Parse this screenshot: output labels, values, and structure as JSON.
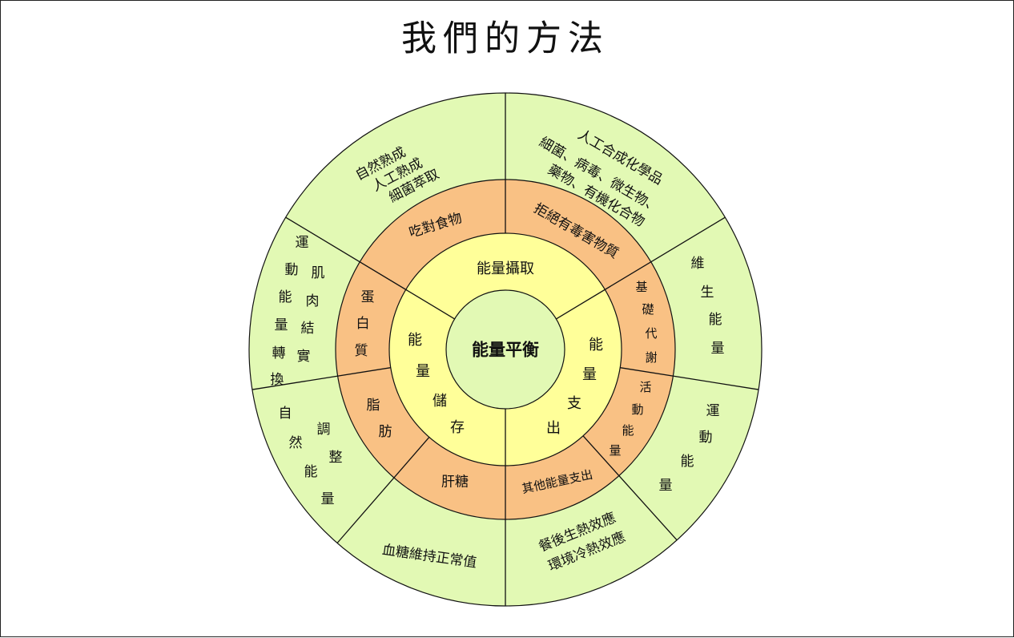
{
  "title": "我們的方法",
  "colors": {
    "outer": "#e2f9b4",
    "orange": "#f9c184",
    "yellow": "#ffff99",
    "center": "#e2f9b4",
    "line": "#111111"
  },
  "center": "能量平衡",
  "inner_ring": {
    "intake": "能量攝取",
    "storage": "能量儲存",
    "expenditure": "能量支出"
  },
  "middle_ring": {
    "eat_right": "吃對食物",
    "reject_toxins": "拒絕有毒害物質",
    "basal_metabolism": "基礎代謝",
    "activity_energy": "活動能量",
    "other_expenditure": "其他能量支出",
    "glycogen": "肝糖",
    "fat": "脂肪",
    "protein": "蛋白質"
  },
  "outer_ring": {
    "ripening": [
      "自然熟成",
      "人工熟成",
      "細菌萃取"
    ],
    "toxins": [
      "人工合成化學品",
      "細菌、病毒、微生物、",
      "藥物、有機化合物"
    ],
    "life_energy": "維生能量",
    "exercise_energy": "運動能量",
    "thermic": [
      "餐後生熱效應",
      "環境冷熱效應"
    ],
    "blood_sugar": "血糖維持正常值",
    "natural_adjust": "自然調整能量",
    "muscle_col1": "運動能量轉換",
    "muscle_col2": "肌肉結實"
  }
}
